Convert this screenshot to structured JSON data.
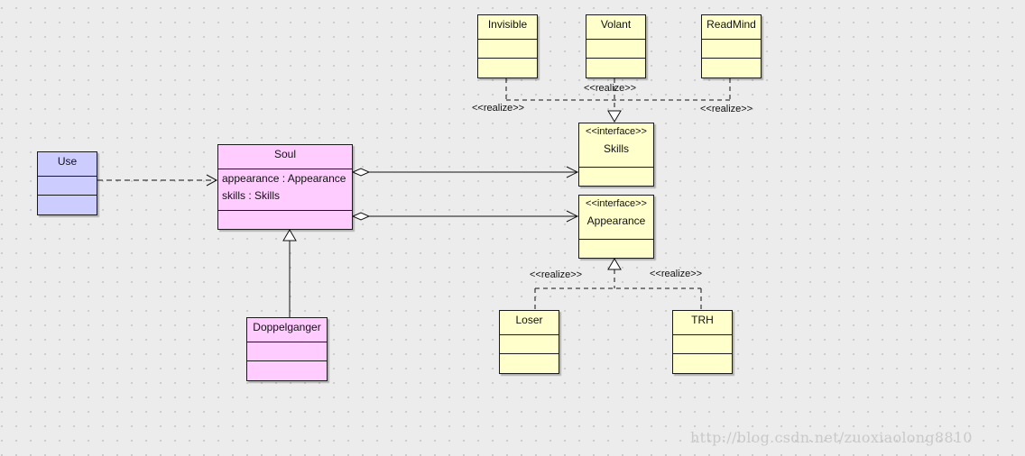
{
  "diagram": {
    "type": "UML class diagram",
    "classes": [
      {
        "id": "use",
        "name": "Use",
        "color": "#ccccff",
        "attributes": []
      },
      {
        "id": "soul",
        "name": "Soul",
        "color": "#ffccff",
        "attributes": [
          "appearance : Appearance",
          "skills : Skills"
        ]
      },
      {
        "id": "doppelganger",
        "name": "Doppelganger",
        "color": "#ffccff",
        "attributes": []
      },
      {
        "id": "skills",
        "name": "Skills",
        "stereotype": "<<interface>>",
        "color": "#ffffcc",
        "attributes": []
      },
      {
        "id": "appearance",
        "name": "Appearance",
        "stereotype": "<<interface>>",
        "color": "#ffffcc",
        "attributes": []
      },
      {
        "id": "invisible",
        "name": "Invisible",
        "color": "#ffffcc",
        "attributes": []
      },
      {
        "id": "volant",
        "name": "Volant",
        "color": "#ffffcc",
        "attributes": []
      },
      {
        "id": "readmind",
        "name": "ReadMind",
        "color": "#ffffcc",
        "attributes": []
      },
      {
        "id": "loser",
        "name": "Loser",
        "color": "#ffffcc",
        "attributes": []
      },
      {
        "id": "trh",
        "name": "TRH",
        "color": "#ffffcc",
        "attributes": []
      }
    ],
    "relations": [
      {
        "from": "use",
        "to": "soul",
        "kind": "dependency"
      },
      {
        "from": "soul",
        "to": "skills",
        "kind": "aggregation"
      },
      {
        "from": "soul",
        "to": "appearance",
        "kind": "aggregation"
      },
      {
        "from": "doppelganger",
        "to": "soul",
        "kind": "generalization"
      },
      {
        "from": "invisible",
        "to": "skills",
        "kind": "realization",
        "label": "<<realize>>"
      },
      {
        "from": "volant",
        "to": "skills",
        "kind": "realization",
        "label": "<<realize>>"
      },
      {
        "from": "readmind",
        "to": "skills",
        "kind": "realization",
        "label": "<<realize>>"
      },
      {
        "from": "loser",
        "to": "appearance",
        "kind": "realization",
        "label": "<<realize>>"
      },
      {
        "from": "trh",
        "to": "appearance",
        "kind": "realization",
        "label": "<<realize>>"
      }
    ],
    "realize_label": "<<realize>>"
  },
  "watermark": "http://blog.csdn.net/zuoxiaolong8810"
}
